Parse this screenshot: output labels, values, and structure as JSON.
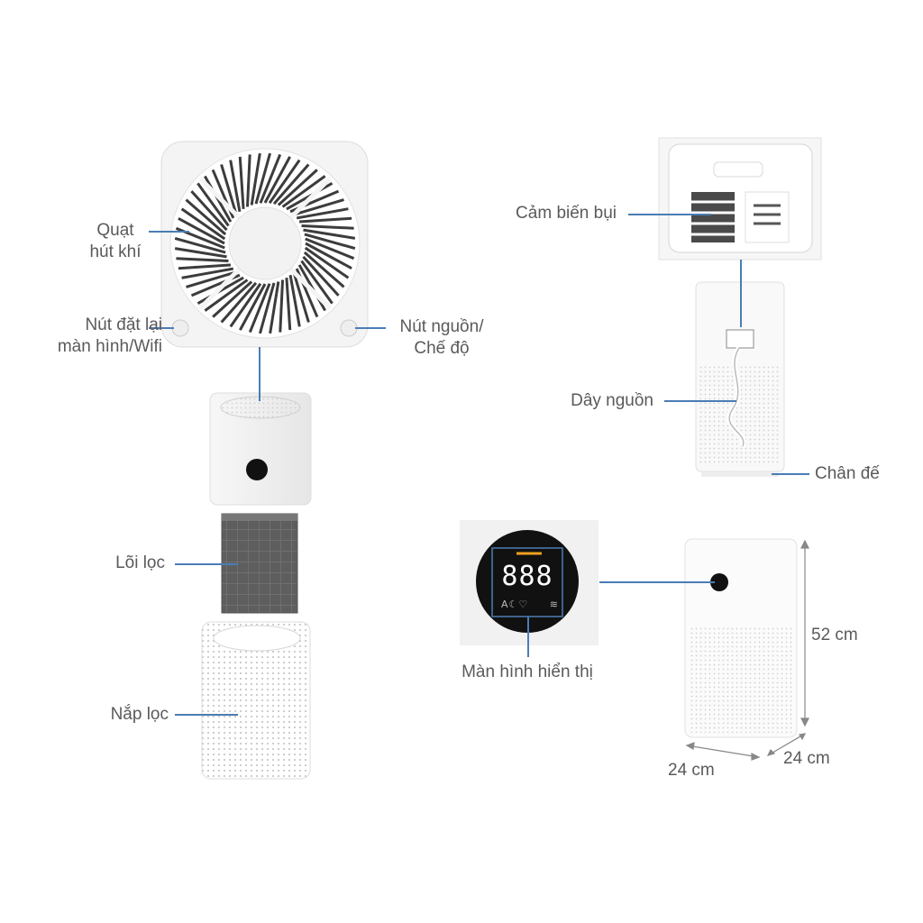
{
  "labels": {
    "fan": [
      "Quạt",
      "hút khí"
    ],
    "reset_button": [
      "Nút đặt lại",
      "màn hình/Wifi"
    ],
    "power_button": [
      "Nút nguồn/",
      "Chế độ"
    ],
    "filter_core": "Lõi lọc",
    "filter_cover": "Nắp lọc",
    "dust_sensor": "Cảm biến bụi",
    "power_cord": "Dây nguồn",
    "base": "Chân đế",
    "display": "Màn hình hiển thị"
  },
  "display_digits": "888",
  "dimensions": {
    "height": "52 cm",
    "width": "24 cm",
    "depth": "24 cm"
  },
  "colors": {
    "leader_line": "#4a7db5",
    "label_text": "#5a5a5a",
    "display_accent": "#f0a020"
  }
}
